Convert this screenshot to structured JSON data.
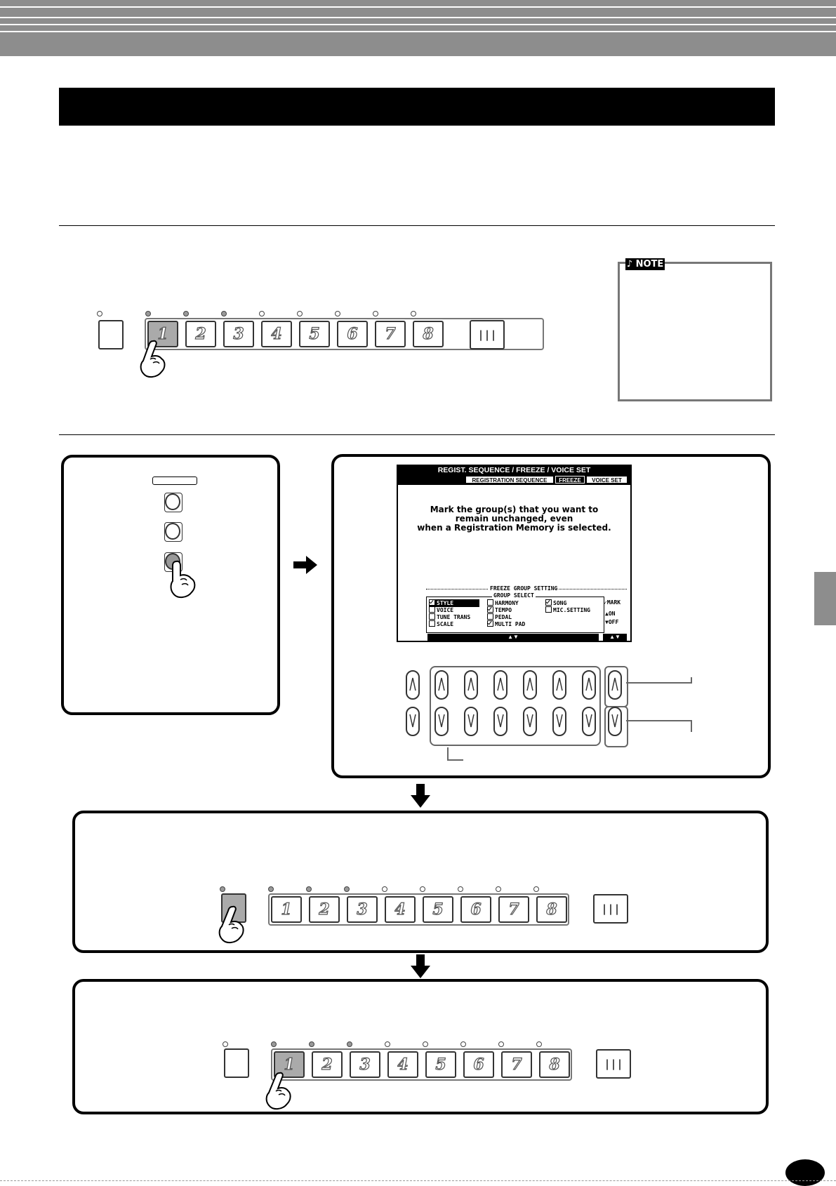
{
  "lcd": {
    "title": "REGIST. SEQUENCE / FREEZE / VOICE SET",
    "tabs": [
      "REGISTRATION SEQUENCE",
      "FREEZE",
      "VOICE SET"
    ],
    "message_lines": [
      "Mark the group(s) that you want to",
      "remain unchanged, even",
      "when a Registration Memory is selected."
    ],
    "section_label": "FREEZE GROUP SETTING",
    "group_label": "GROUP SELECT",
    "groups": [
      {
        "label": "STYLE",
        "checked": true,
        "selected": true
      },
      {
        "label": "VOICE",
        "checked": false
      },
      {
        "label": "TUNE TRANS",
        "checked": false
      },
      {
        "label": "SCALE",
        "checked": false
      },
      {
        "label": "HARMONY",
        "checked": false
      },
      {
        "label": "TEMPO",
        "checked": true
      },
      {
        "label": "PEDAL",
        "checked": false
      },
      {
        "label": "MULTI PAD",
        "checked": true
      },
      {
        "label": "SONG",
        "checked": true
      },
      {
        "label": "MIC.SETTING",
        "checked": false
      }
    ],
    "legend": {
      "mark": "MARK",
      "on": "ON",
      "off": "OFF"
    }
  },
  "note": {
    "tag": "NOTE"
  },
  "registration": {
    "buttons": [
      "1",
      "2",
      "3",
      "4",
      "5",
      "6",
      "7",
      "8"
    ]
  }
}
